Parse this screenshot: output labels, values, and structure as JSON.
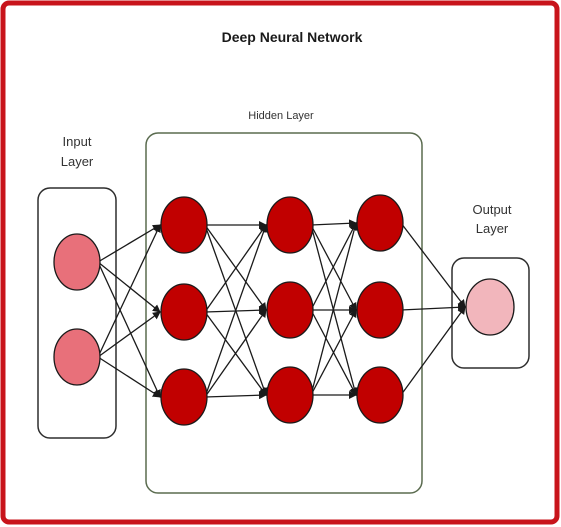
{
  "diagram": {
    "title": "Deep Neural Network",
    "input_layer": {
      "label_line1": "Input",
      "label_line2": "Layer",
      "node_count": 2
    },
    "hidden_layer": {
      "label": "Hidden Layer",
      "columns": 3,
      "nodes_per_column": 3
    },
    "output_layer": {
      "label_line1": "Output",
      "label_line2": "Layer",
      "node_count": 1
    }
  },
  "colors": {
    "frame": "#c8141b",
    "input_node": "#e8707a",
    "hidden_node": "#c10000",
    "output_node": "#f2b6bc",
    "edge": "#1a1a1a"
  }
}
